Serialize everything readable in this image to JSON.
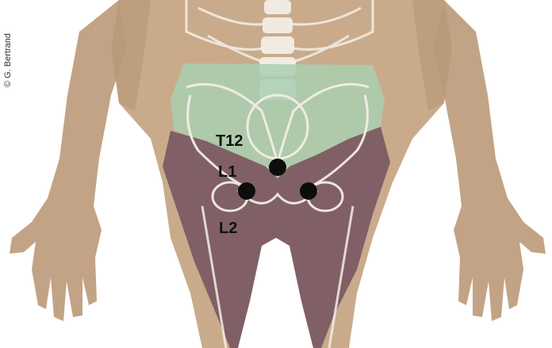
{
  "credit": "© G. Bertrand",
  "dermatome_labels": {
    "t12": "T12",
    "l1": "L1",
    "l2": "L2"
  },
  "colors": {
    "skin": "#c7a98a",
    "skin_shadow": "#a88a6c",
    "t12_zone": "#a9cfb0",
    "l_zone": "#6e4e5c",
    "bone": "#f3eee6",
    "marker": "#0d0d0d"
  },
  "points": [
    {
      "name": "t12-point"
    },
    {
      "name": "l1-left-point"
    },
    {
      "name": "l1-right-point"
    }
  ]
}
